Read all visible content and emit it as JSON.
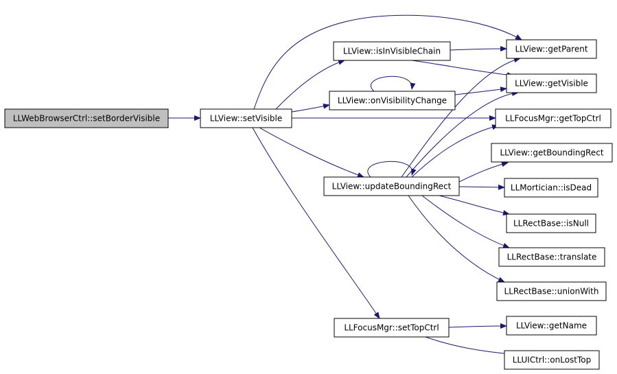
{
  "colors": {
    "node_fill": "#ffffff",
    "root_fill": "#bfbfbf",
    "node_border": "#000000",
    "edge": "#191970"
  },
  "nodes": {
    "root": "LLWebBrowserCtrl::setBorderVisible",
    "setVisible": "LLView::setVisible",
    "isInVisibleChain": "LLView::isInVisibleChain",
    "onVisibilityChange": "LLView::onVisibilityChange",
    "updateBoundingRect": "LLView::updateBoundingRect",
    "setTopCtrl": "LLFocusMgr::setTopCtrl",
    "getParent": "LLView::getParent",
    "getVisible": "LLView::getVisible",
    "getTopCtrl": "LLFocusMgr::getTopCtrl",
    "getBoundingRect": "LLView::getBoundingRect",
    "isDead": "LLMortician::isDead",
    "isNull": "LLRectBase::isNull",
    "translate": "LLRectBase::translate",
    "unionWith": "LLRectBase::unionWith",
    "getName": "LLView::getName",
    "onLostTop": "LLUICtrl::onLostTop"
  },
  "edges": [
    [
      "root",
      "setVisible"
    ],
    [
      "setVisible",
      "isInVisibleChain"
    ],
    [
      "setVisible",
      "onVisibilityChange"
    ],
    [
      "setVisible",
      "getParent"
    ],
    [
      "setVisible",
      "getTopCtrl"
    ],
    [
      "setVisible",
      "updateBoundingRect"
    ],
    [
      "setVisible",
      "setTopCtrl"
    ],
    [
      "isInVisibleChain",
      "getParent"
    ],
    [
      "isInVisibleChain",
      "getVisible"
    ],
    [
      "onVisibilityChange",
      "onVisibilityChange"
    ],
    [
      "onVisibilityChange",
      "getVisible"
    ],
    [
      "updateBoundingRect",
      "updateBoundingRect"
    ],
    [
      "updateBoundingRect",
      "getParent"
    ],
    [
      "updateBoundingRect",
      "getVisible"
    ],
    [
      "updateBoundingRect",
      "getTopCtrl"
    ],
    [
      "updateBoundingRect",
      "getBoundingRect"
    ],
    [
      "updateBoundingRect",
      "isDead"
    ],
    [
      "updateBoundingRect",
      "isNull"
    ],
    [
      "updateBoundingRect",
      "translate"
    ],
    [
      "updateBoundingRect",
      "unionWith"
    ],
    [
      "setTopCtrl",
      "getName"
    ],
    [
      "setTopCtrl",
      "onLostTop"
    ]
  ]
}
